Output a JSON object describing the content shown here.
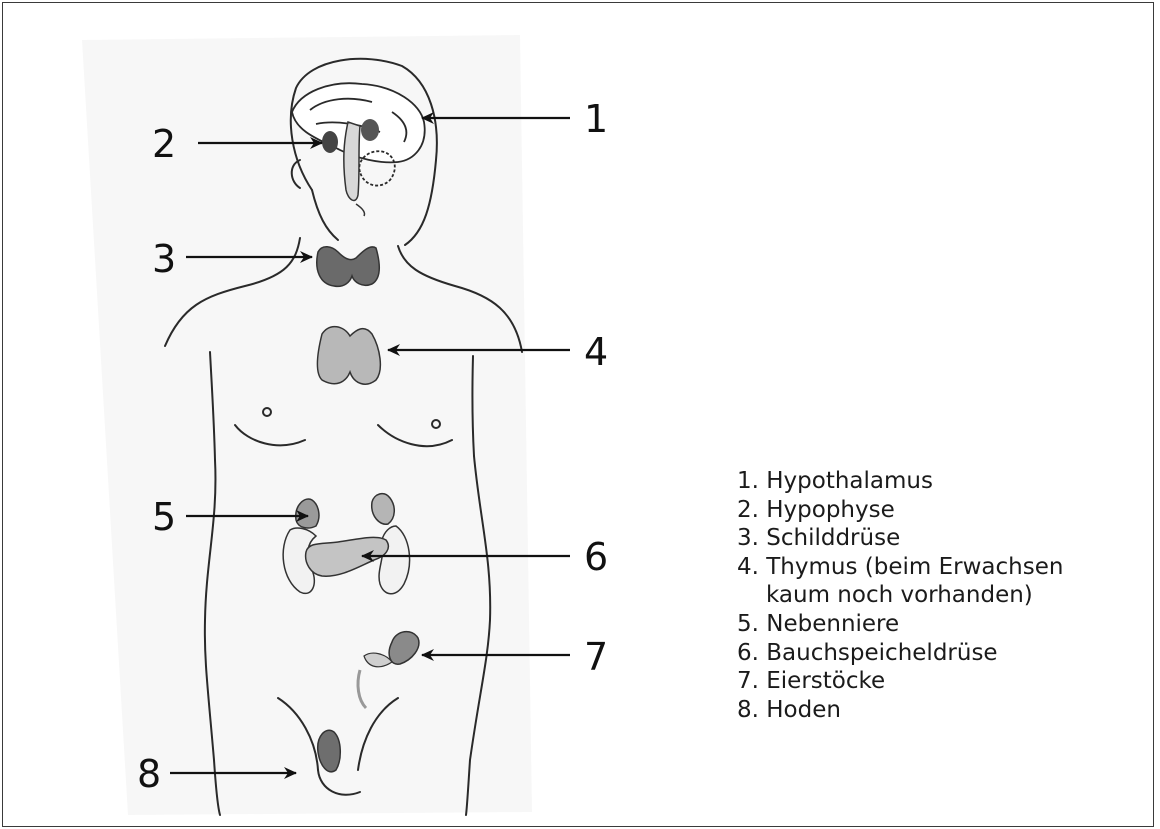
{
  "labels": [
    "1",
    "2",
    "3",
    "4",
    "5",
    "6",
    "7",
    "8"
  ],
  "legend": [
    "1. Hypothalamus",
    "2. Hypophyse",
    "3. Schilddrüse",
    "4. Thymus (beim Erwachsen",
    "kaum noch vorhanden)",
    "5. Nebenniere",
    "6. Bauchspeicheldrüse",
    "7. Eierstöcke",
    "8. Hoden"
  ]
}
